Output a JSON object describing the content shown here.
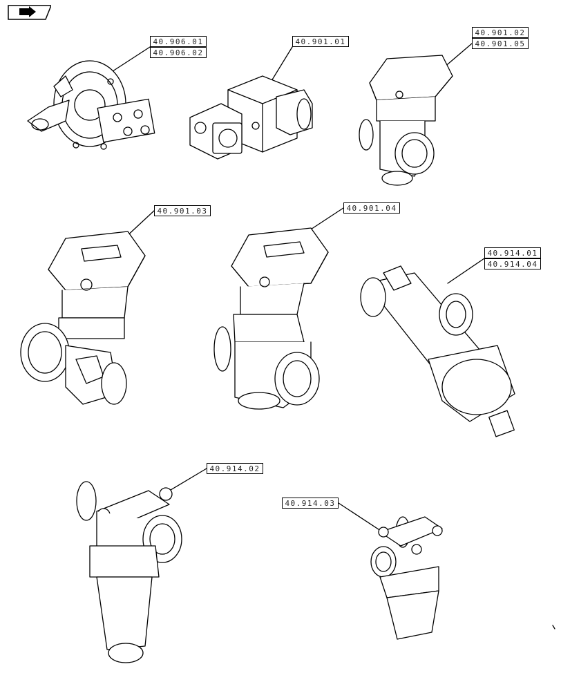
{
  "diagram": {
    "references": [
      {
        "id": "r1",
        "label": "40.906.01"
      },
      {
        "id": "r2",
        "label": "40.906.02"
      },
      {
        "id": "r3",
        "label": "40.901.01"
      },
      {
        "id": "r4",
        "label": "40.901.02"
      },
      {
        "id": "r5",
        "label": "40.901.05"
      },
      {
        "id": "r6",
        "label": "40.901.03"
      },
      {
        "id": "r7",
        "label": "40.901.04"
      },
      {
        "id": "r8",
        "label": "40.914.01"
      },
      {
        "id": "r9",
        "label": "40.914.04"
      },
      {
        "id": "r10",
        "label": "40.914.02"
      },
      {
        "id": "r11",
        "label": "40.914.03"
      }
    ]
  }
}
